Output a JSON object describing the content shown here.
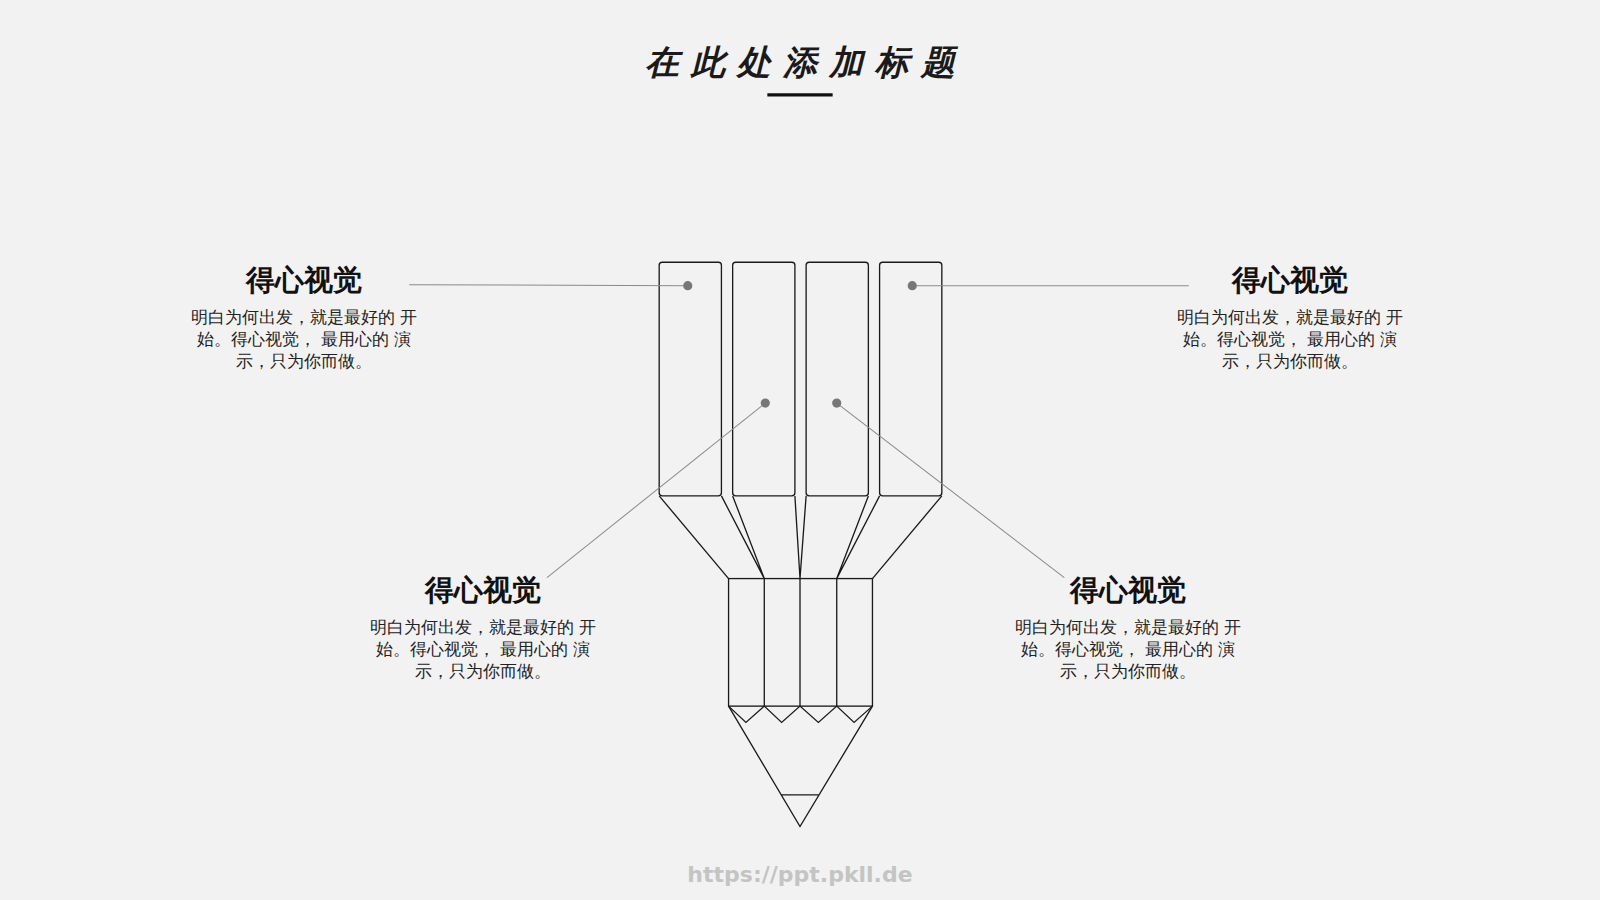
{
  "diagram": {
    "title": "在此处添加标题",
    "nodes": [
      {
        "text": [
          "得心视觉",
          "明白为何出发，就是最好的 开始。得心视觉， 最用心的 演示，只为你而做。"
        ]
      },
      {
        "text": [
          "得心视觉",
          "明白为何出发，就是最好的 开始。得心视觉， 最用心的 演示，只为你而做。"
        ]
      },
      {
        "text": [
          "得心视觉",
          "明白为何出发，就是最好的 开始。得心视觉， 最用心的 演示，只为你而做。"
        ]
      },
      {
        "text": [
          "得心视觉",
          "明白为何出发，就是最好的 开始。得心视觉， 最用心的 演示，只为你而做。"
        ]
      }
    ],
    "labels": [
      "https://ppt.pkll.de"
    ]
  }
}
